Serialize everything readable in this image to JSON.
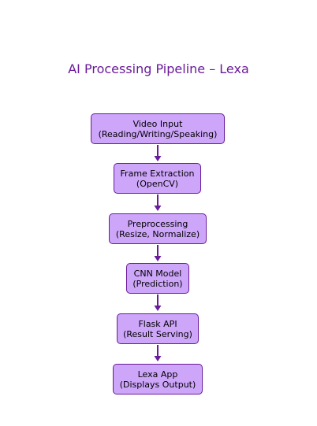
{
  "title": "AI Processing Pipeline – Lexa",
  "colors": {
    "title": "#6a1b9a",
    "node_fill": "#cda6fa",
    "node_border": "#6a1b9a",
    "arrow": "#6a1b9a"
  },
  "nodes": [
    {
      "line1": "Video Input",
      "line2": "(Reading/Writing/Speaking)"
    },
    {
      "line1": "Frame Extraction",
      "line2": "(OpenCV)"
    },
    {
      "line1": "Preprocessing",
      "line2": "(Resize, Normalize)"
    },
    {
      "line1": "CNN Model",
      "line2": "(Prediction)"
    },
    {
      "line1": "Flask API",
      "line2": "(Result Serving)"
    },
    {
      "line1": "Lexa App",
      "line2": "(Displays Output)"
    }
  ]
}
